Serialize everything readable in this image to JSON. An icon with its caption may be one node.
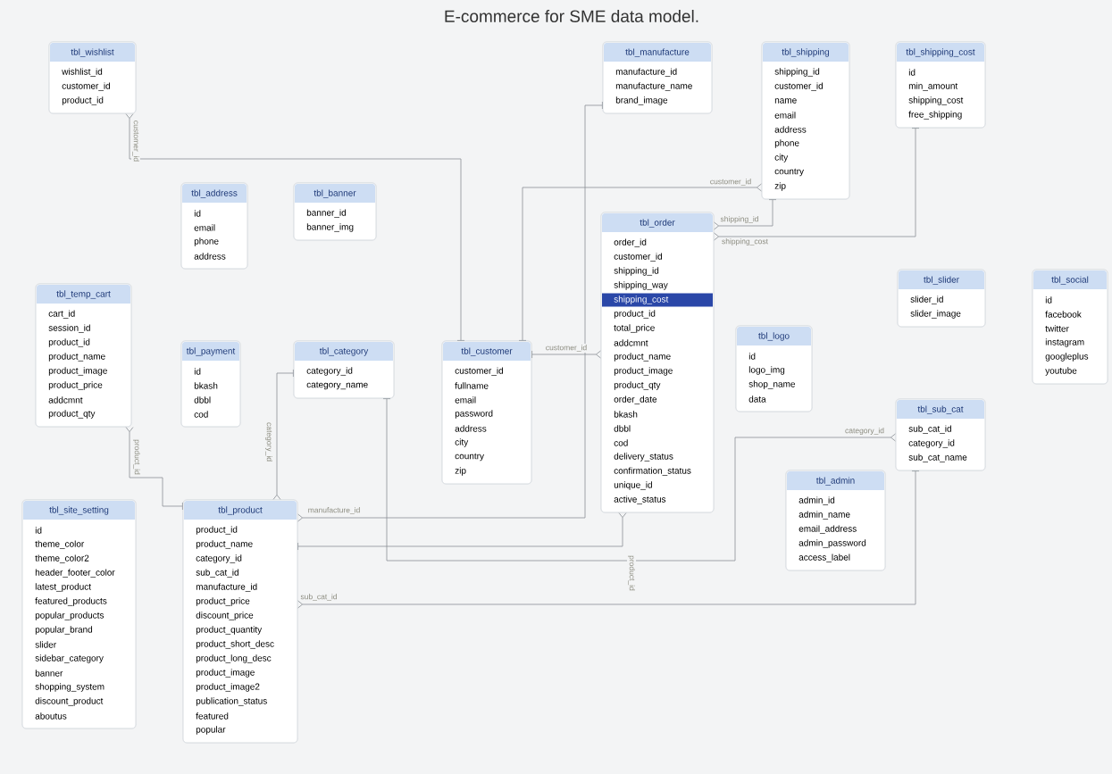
{
  "diagram": {
    "title": "E-commerce for SME data model.",
    "nodes": [
      {
        "text": [
          "tbl_wishlist",
          "wishlist_id",
          "customer_id",
          "product_id"
        ]
      },
      {
        "text": [
          "tbl_manufacture",
          "manufacture_id",
          "manufacture_name",
          "brand_image"
        ]
      },
      {
        "text": [
          "tbl_shipping",
          "shipping_id",
          "customer_id",
          "name",
          "email",
          "address",
          "phone",
          "city",
          "country",
          "zip"
        ]
      },
      {
        "text": [
          "tbl_shipping_cost",
          "id",
          "min_amount",
          "shipping_cost",
          "free_shipping"
        ]
      },
      {
        "text": [
          "tbl_address",
          "id",
          "email",
          "phone",
          "address"
        ]
      },
      {
        "text": [
          "tbl_banner",
          "banner_id",
          "banner_img"
        ]
      },
      {
        "text": [
          "tbl_order",
          "order_id",
          "customer_id",
          "shipping_id",
          "shipping_way",
          "shipping_cost",
          "product_id",
          "total_price",
          "addcmnt",
          "product_name",
          "product_image",
          "product_qty",
          "order_date",
          "bkash",
          "dbbl",
          "cod",
          "delivery_status",
          "confirmation_status",
          "unique_id",
          "active_status"
        ]
      },
      {
        "text": [
          "tbl_temp_cart",
          "cart_id",
          "session_id",
          "product_id",
          "product_name",
          "product_image",
          "product_price",
          "addcmnt",
          "product_qty"
        ]
      },
      {
        "text": [
          "tbl_payment",
          "id",
          "bkash",
          "dbbl",
          "cod"
        ]
      },
      {
        "text": [
          "tbl_category",
          "category_id",
          "category_name"
        ]
      },
      {
        "text": [
          "tbl_customer",
          "customer_id",
          "fullname",
          "email",
          "password",
          "address",
          "city",
          "country",
          "zip"
        ]
      },
      {
        "text": [
          "tbl_slider",
          "slider_id",
          "slider_image"
        ]
      },
      {
        "text": [
          "tbl_social",
          "id",
          "facebook",
          "twitter",
          "instagram",
          "googleplus",
          "youtube"
        ]
      },
      {
        "text": [
          "tbl_logo",
          "id",
          "logo_img",
          "shop_name",
          "data"
        ]
      },
      {
        "text": [
          "tbl_sub_cat",
          "sub_cat_id",
          "category_id",
          "sub_cat_name"
        ]
      },
      {
        "text": [
          "tbl_admin",
          "admin_id",
          "admin_name",
          "email_address",
          "admin_password",
          "access_label"
        ]
      },
      {
        "text": [
          "tbl_site_setting",
          "id",
          "theme_color",
          "theme_color2",
          "header_footer_color",
          "latest_product",
          "featured_products",
          "popular_products",
          "popular_brand",
          "slider",
          "sidebar_category",
          "banner",
          "shopping_system",
          "discount_product",
          "aboutus"
        ]
      },
      {
        "text": [
          "tbl_product",
          "product_id",
          "product_name",
          "category_id",
          "sub_cat_id",
          "manufacture_id",
          "product_price",
          "discount_price",
          "product_quantity",
          "product_short_desc",
          "product_long_desc",
          "product_image",
          "product_image2",
          "publication_status",
          "featured",
          "popular"
        ]
      }
    ],
    "edges": [
      {
        "from": 0,
        "to": 10,
        "arrow": "other",
        "label": "customer_id"
      },
      {
        "from": 2,
        "to": 10,
        "arrow": "other",
        "label": "customer_id"
      },
      {
        "from": 6,
        "to": 10,
        "arrow": "other",
        "label": "customer_id"
      },
      {
        "from": 6,
        "to": 2,
        "arrow": "other",
        "label": "shipping_id"
      },
      {
        "from": 6,
        "to": 3,
        "arrow": "other",
        "label": "shipping_cost"
      },
      {
        "from": 7,
        "to": 17,
        "arrow": "other",
        "label": "product_id"
      },
      {
        "from": 17,
        "to": 9,
        "arrow": "other",
        "label": "category_id"
      },
      {
        "from": 17,
        "to": 1,
        "arrow": "other",
        "label": "manufacture_id"
      },
      {
        "from": 17,
        "to": 14,
        "arrow": "other",
        "label": "sub_cat_id"
      },
      {
        "from": 14,
        "to": 9,
        "arrow": "other",
        "label": "category_id"
      },
      {
        "from": 6,
        "to": 17,
        "arrow": "other",
        "label": "product_id"
      }
    ]
  }
}
